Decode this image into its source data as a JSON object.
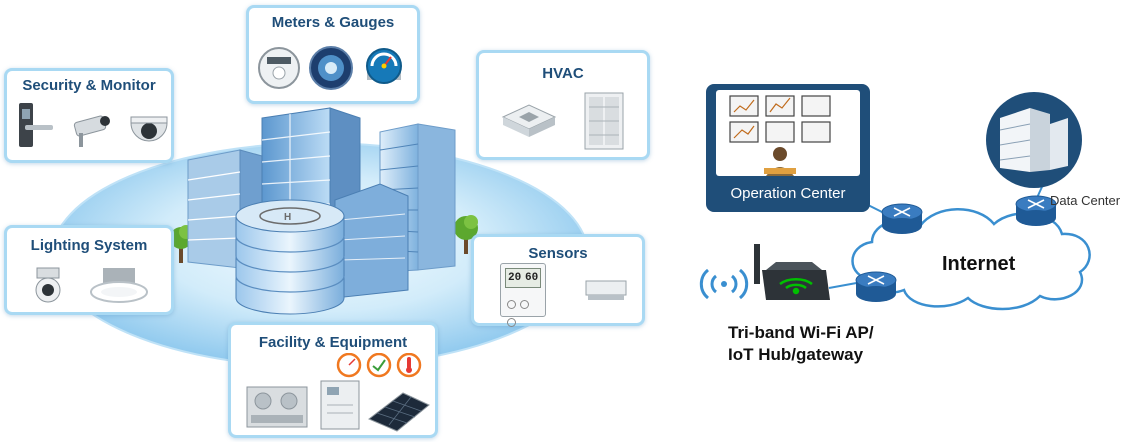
{
  "categories": {
    "meters": "Meters & Gauges",
    "security": "Security & Monitor",
    "hvac": "HVAC",
    "lighting": "Lighting System",
    "sensors": "Sensors",
    "facility": "Facility & Equipment"
  },
  "network": {
    "operation_center": "Operation Center",
    "data_center": "Data Center",
    "internet": "Internet",
    "gateway_line1": "Tri-band Wi-Fi AP/",
    "gateway_line2": "IoT Hub/gateway"
  },
  "sensor_display": {
    "temp": "20",
    "humidity": "60"
  },
  "colors": {
    "box_border": "#a9d9f3",
    "title_text": "#1f4e79",
    "router_blue": "#2f6fae",
    "ops_center_bg": "#1f4e79",
    "cloud_stroke": "#3a8fd0",
    "wifi_green": "#00c000"
  },
  "icons": [
    "router-icon",
    "wifi-signal-icon",
    "server-icon",
    "operator-icon"
  ]
}
